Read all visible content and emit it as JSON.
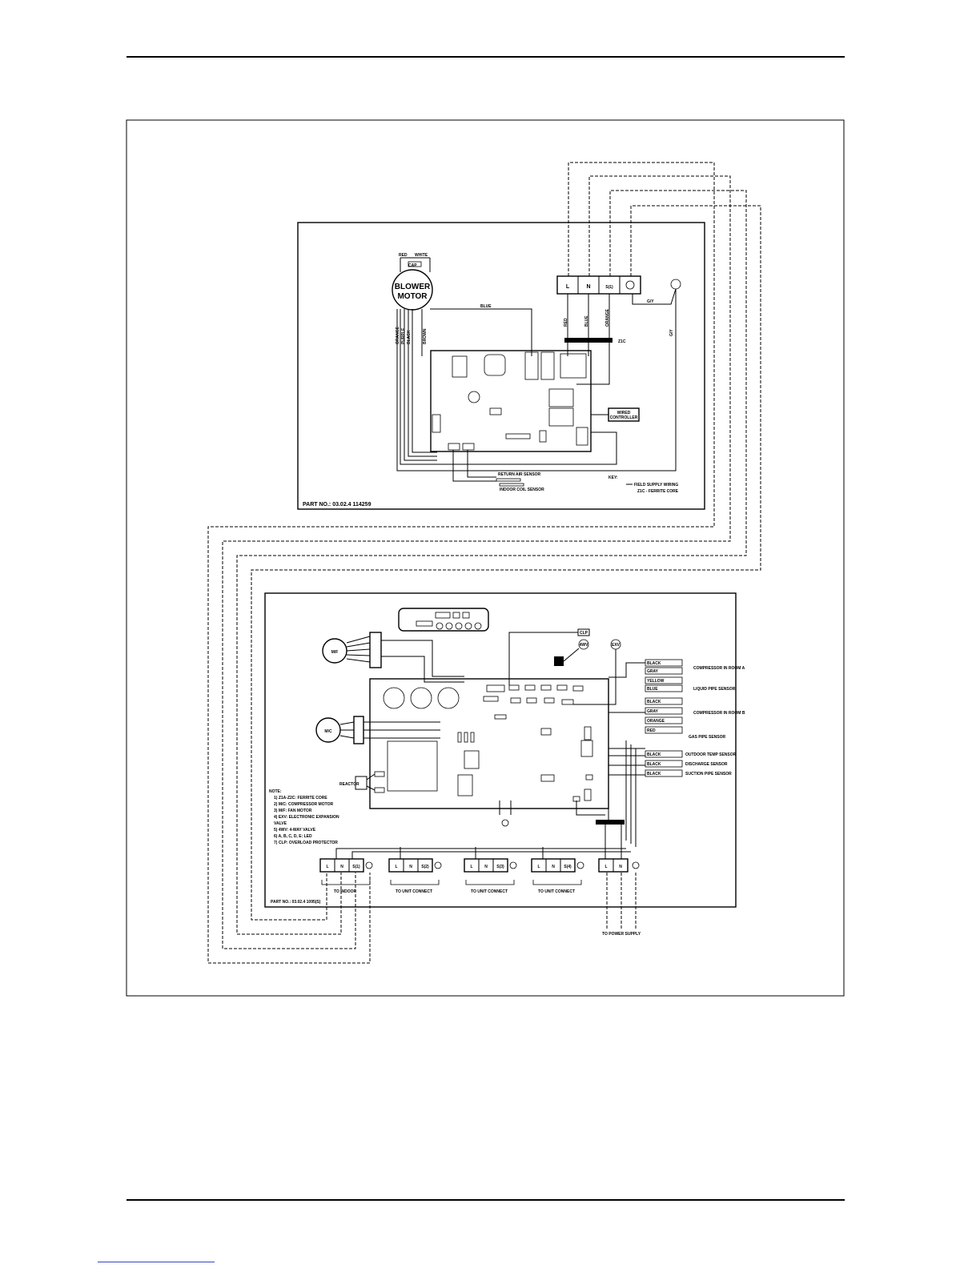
{
  "indoor": {
    "wire_colors": {
      "red": "RED",
      "white": "WHITE",
      "blue": "BLUE",
      "orange": "ORANGE",
      "purple": "PURPLE",
      "black": "BLACK",
      "brown": "BROWN",
      "gy": "G/Y"
    },
    "cap": "CAP",
    "blower_motor_line1": "BLOWER",
    "blower_motor_line2": "MOTOR",
    "terminal_l": "L",
    "terminal_n": "N",
    "terminal_s": "S(1)",
    "ferrite_label": "Z1C",
    "wired_controller_line1": "WIRED",
    "wired_controller_line2": "CONTROLLER",
    "return_air_sensor": "RETURN AIR SENSOR",
    "indoor_coil_sensor": "INDOOR COIL SENSOR",
    "key_title": "KEY:",
    "key_field": "FIELD SUPPLY WIRING",
    "key_ferrite": "Z1C - FERRITE CORE",
    "part_no": "PART NO.: 03.02.4 114259"
  },
  "outdoor": {
    "mf": "M/F",
    "mc": "M/C",
    "clp": "CLP",
    "solenoid_1": "4WV",
    "solenoid_2": "EXV",
    "sensors": [
      "COMPRESSOR IN ROOM A",
      "LIQUID PIPE SENSOR",
      "COMPRESSOR IN ROOM B",
      "GAS PIPE SENSOR",
      "OUTDOOR TEMP SENSOR",
      "DISCHARGE SENSOR",
      "SUCTION PIPE SENSOR"
    ],
    "wire_black": "BLACK",
    "wire_gray": "GRAY",
    "wire_yellow": "YELLOW",
    "wire_blue": "BLUE",
    "wire_orange": "ORANGE",
    "wire_red": "RED",
    "notes_title": "NOTE:",
    "notes": [
      "1) Z1A-Z2C: FERRITE CORE",
      "2) M/C: COMPRESSOR MOTOR",
      "3) M/F: FAN MOTOR",
      "4) EXV: ELECTRONIC EXPANSION",
      "   VALVE",
      "5) 4WV: 4-WAY VALVE",
      "6) A, B, C, D, E: LED",
      "7) CLP: OVERLOAD PROTECTOR"
    ],
    "reactor": "REACTOR",
    "terminal_blocks": [
      {
        "labels": [
          "L",
          "N",
          "S(1)"
        ],
        "caption": "TO INDOOR"
      },
      {
        "labels": [
          "L",
          "N",
          "S(2)"
        ],
        "caption": "TO UNIT CONNECT"
      },
      {
        "labels": [
          "L",
          "N",
          "S(3)"
        ],
        "caption": "TO UNIT CONNECT"
      },
      {
        "labels": [
          "L",
          "N",
          "S(4)"
        ],
        "caption": "TO UNIT CONNECT"
      }
    ],
    "power_block": [
      "L",
      "N"
    ],
    "power_caption": "TO POWER SUPPLY",
    "part_no": "PART NO.: 03.02.4 1095(S)"
  }
}
